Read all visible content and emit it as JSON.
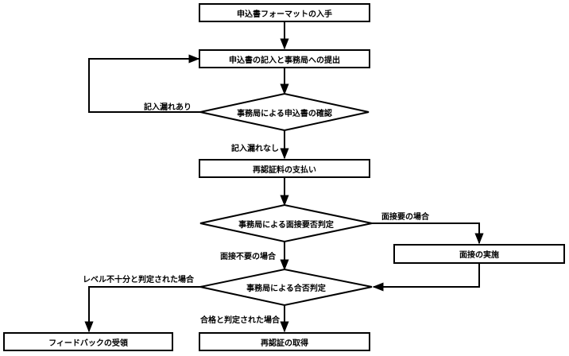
{
  "flowchart": {
    "boxes": {
      "obtain_format": "申込書フォーマットの入手",
      "fill_and_submit": "申込書の記入と事務局への提出",
      "pay_fee": "再認証料の支払い",
      "conduct_interview": "面接の実施",
      "receive_feedback": "フィードバックの受領",
      "obtain_recertification": "再認証の取得"
    },
    "decisions": {
      "check_application": "事務局による申込書の確認",
      "interview_required": "事務局による面接要否判定",
      "pass_fail": "事務局による合否判定"
    },
    "edge_labels": {
      "entry_missing": "記入漏れあり",
      "no_missing": "記入漏れなし",
      "interview_needed": "面接要の場合",
      "interview_not_needed": "面接不要の場合",
      "insufficient": "レベル不十分と判定された場合",
      "passed": "合格と判定された場合"
    }
  }
}
